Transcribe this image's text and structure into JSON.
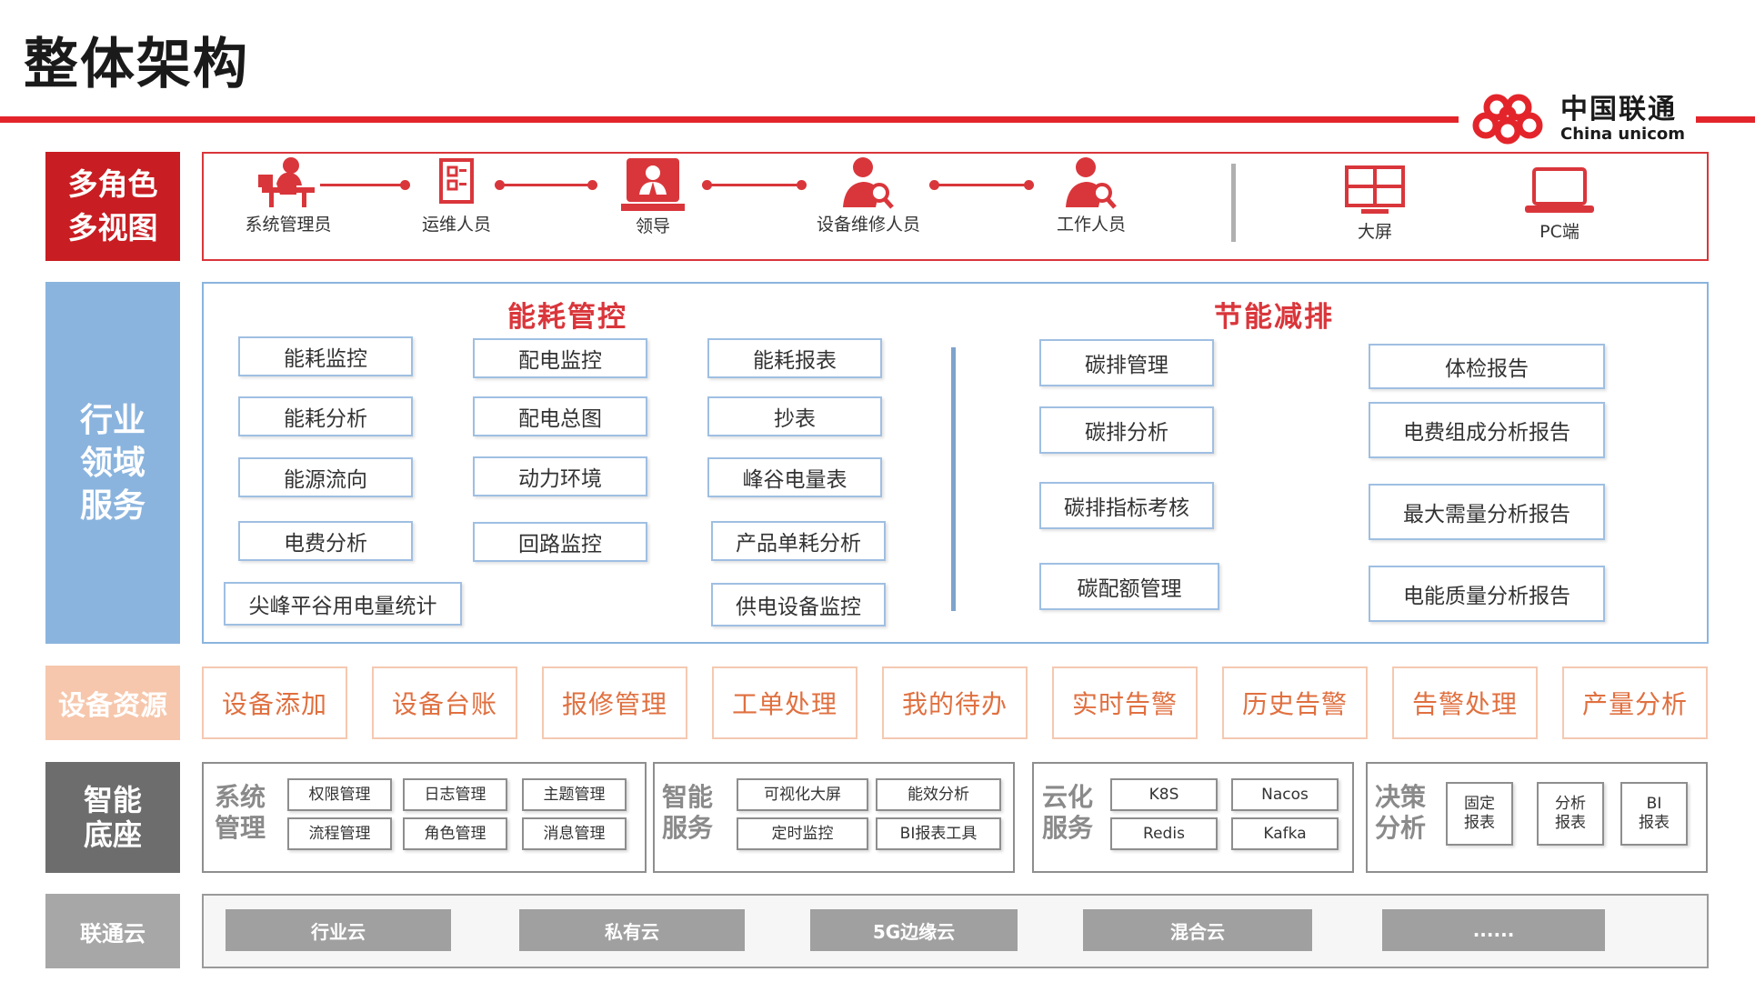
{
  "page_title": "整体架构",
  "logo": {
    "cn": "中国联通",
    "en": "China unicom"
  },
  "colors": {
    "brand_red": "#e3252b",
    "domain_blue": "#8ab4de",
    "resource_peach": "#f6c7ac",
    "base_grey": "#6d6d6d"
  },
  "rows": {
    "views": {
      "label": "多角色\n多视图"
    },
    "domain": {
      "label": "行业\n领域\n服务"
    },
    "resource": {
      "label": "设备资源"
    },
    "base": {
      "label": "智能\n底座"
    },
    "cloud": {
      "label": "联通云"
    }
  },
  "roles": [
    {
      "label": "系统管理员",
      "icon": "admin-desk-icon"
    },
    {
      "label": "运维人员",
      "icon": "ops-document-icon"
    },
    {
      "label": "领导",
      "icon": "leader-icon"
    },
    {
      "label": "设备维修人员",
      "icon": "repair-person-search-icon"
    },
    {
      "label": "工作人员",
      "icon": "worker-search-icon"
    }
  ],
  "screens": [
    {
      "label": "大屏",
      "icon": "big-screen-icon"
    },
    {
      "label": "PC端",
      "icon": "laptop-icon"
    }
  ],
  "energy": {
    "title": "能耗管控",
    "col1": [
      "能耗监控",
      "能耗分析",
      "能源流向",
      "电费分析",
      "尖峰平谷用电量统计"
    ],
    "col2": [
      "配电监控",
      "配电总图",
      "动力环境",
      "回路监控"
    ],
    "col3": [
      "能耗报表",
      "抄表",
      "峰谷电量表",
      "产品单耗分析",
      "供电设备监控"
    ]
  },
  "carbon": {
    "title": "节能减排",
    "col1": [
      "碳排管理",
      "碳排分析",
      "碳排指标考核",
      "碳配额管理"
    ],
    "col2": [
      "体检报告",
      "电费组成分析报告",
      "最大需量分析报告",
      "电能质量分析报告"
    ]
  },
  "resources": [
    "设备添加",
    "设备台账",
    "报修管理",
    "工单处理",
    "我的待办",
    "实时告警",
    "历史告警",
    "告警处理",
    "产量分析"
  ],
  "base": {
    "system": {
      "label": "系统\n管理",
      "items": [
        "权限管理",
        "日志管理",
        "主题管理",
        "流程管理",
        "角色管理",
        "消息管理"
      ]
    },
    "smart": {
      "label": "智能\n服务",
      "items": [
        "可视化大屏",
        "能效分析",
        "定时监控",
        "BI报表工具"
      ]
    },
    "cloudnative": {
      "label": "云化\n服务",
      "items": [
        "K8S",
        "Nacos",
        "Redis",
        "Kafka"
      ]
    },
    "decision": {
      "label": "决策\n分析",
      "items": [
        "固定\n报表",
        "分析\n报表",
        "BI\n报表"
      ]
    }
  },
  "clouds": [
    "行业云",
    "私有云",
    "5G边缘云",
    "混合云",
    "......"
  ]
}
